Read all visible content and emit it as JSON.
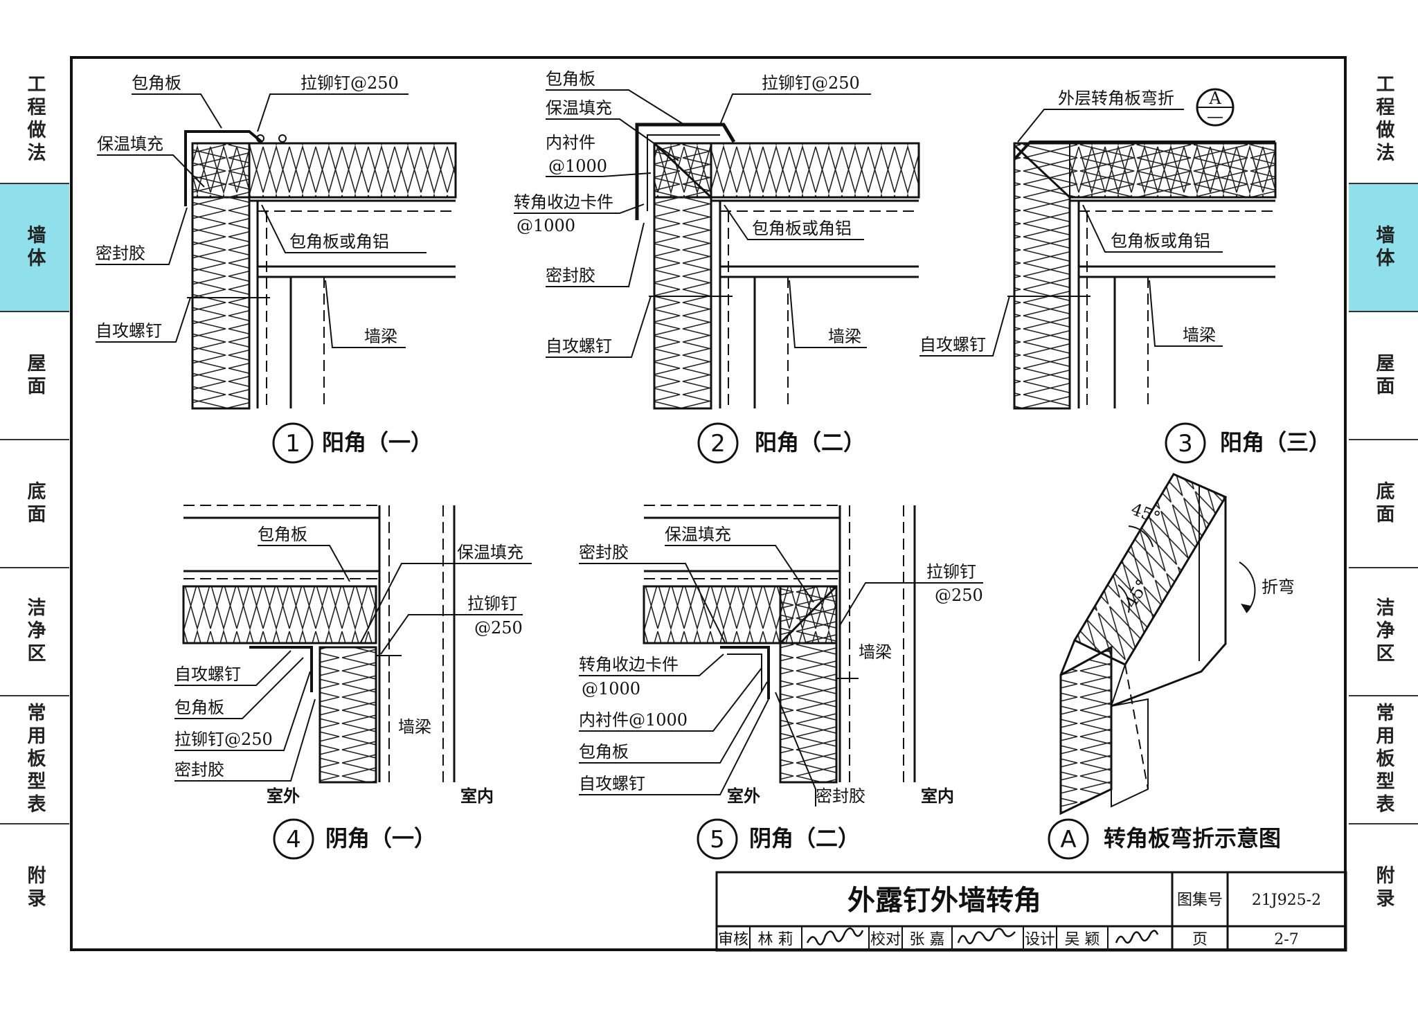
{
  "side_nav": {
    "items": [
      {
        "label": "工程做法",
        "active": false
      },
      {
        "label": "墙体",
        "active": true
      },
      {
        "label": "屋面",
        "active": false
      },
      {
        "label": "底面",
        "active": false
      },
      {
        "label": "洁净区",
        "active": false
      },
      {
        "label": "常用板型表",
        "active": false
      },
      {
        "label": "附录",
        "active": false
      }
    ],
    "active_color": "#8fe0ea"
  },
  "details": {
    "d1": {
      "number": "1",
      "caption": "阳角（一）",
      "labels": {
        "baojiao": "包角板",
        "lamao": "拉铆钉@250",
        "baowen": "保温填充",
        "mifeng": "密封胶",
        "jiaolv": "包角板或角铝",
        "luoding": "自攻螺钉",
        "qiangliang": "墙梁"
      }
    },
    "d2": {
      "number": "2",
      "caption": "阳角（二）",
      "labels": {
        "baojiao": "包角板",
        "lamao": "拉铆钉@250",
        "baowen": "保温填充",
        "neichen": "内衬件",
        "neichen_at": "@1000",
        "kajian": "转角收边卡件",
        "kajian_at": "@1000",
        "jiaolv": "包角板或角铝",
        "mifeng": "密封胶",
        "luoding": "自攻螺钉",
        "qiangliang": "墙梁"
      }
    },
    "d3": {
      "number": "3",
      "caption": "阳角（三）",
      "labels": {
        "waiceng": "外层转角板弯折",
        "ref_top": "A",
        "ref_bottom": "—",
        "jiaolv": "包角板或角铝",
        "luoding": "自攻螺钉",
        "qiangliang": "墙梁"
      }
    },
    "d4": {
      "number": "4",
      "caption": "阴角（一）",
      "labels": {
        "baojiao": "包角板",
        "baowen": "保温填充",
        "lamao": "拉铆钉",
        "lamao_at": "@250",
        "luoding": "自攻螺钉",
        "baojiao2": "包角板",
        "lamao2": "拉铆钉@250",
        "mifeng": "密封胶",
        "qiangliang": "墙梁",
        "shiwai": "室外",
        "shinei": "室内"
      }
    },
    "d5": {
      "number": "5",
      "caption": "阴角（二）",
      "labels": {
        "baowen": "保温填充",
        "mifeng": "密封胶",
        "lamao": "拉铆钉",
        "lamao_at": "@250",
        "qiangliang": "墙梁",
        "kajian": "转角收边卡件",
        "kajian_at": "@1000",
        "neichen": "内衬件@1000",
        "baojiao": "包角板",
        "luoding": "自攻螺钉",
        "shiwai": "室外",
        "mifeng2": "密封胶",
        "shinei": "室内"
      }
    },
    "dA": {
      "number": "A",
      "caption": "转角板弯折示意图",
      "labels": {
        "angle1": "45°",
        "angle2": "45°",
        "zhewan": "折弯"
      }
    }
  },
  "title_block": {
    "title": "外露钉外墙转角",
    "atlas_label": "图集号",
    "atlas_no": "21J925-2",
    "page_label": "页",
    "page_no": "2-7",
    "review_label": "审核",
    "reviewer": "林  莉",
    "check_label": "校对",
    "checker": "张  嘉",
    "design_label": "设计",
    "designer": "吴  颖"
  }
}
